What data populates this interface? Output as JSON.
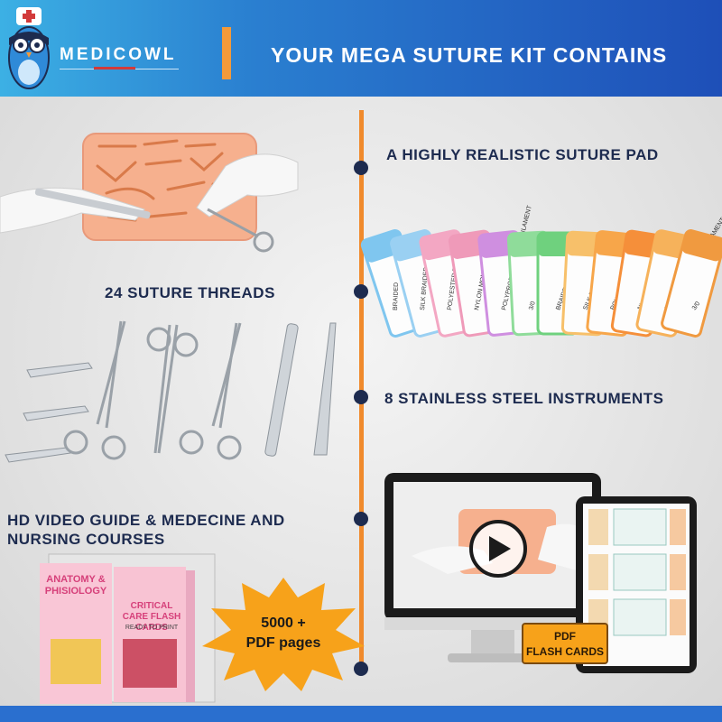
{
  "header": {
    "brand": "MEDICOWL",
    "title": "YOUR MEGA SUTURE KIT CONTAINS"
  },
  "items": [
    {
      "label": "A HIGHLY REALISTIC SUTURE PAD"
    },
    {
      "label": "24 SUTURE THREADS"
    },
    {
      "label": "8 STAINLESS STEEL INSTRUMENTS"
    },
    {
      "label": "HD VIDEO GUIDE & MEDECINE AND NURSING COURSES"
    }
  ],
  "suture_packs": [
    "BRAIDED",
    "SILK BRAIDED",
    "POLYESTER BRAIDED",
    "NYLON MONOFILAMENT",
    "POLYPROPYLENE MONOFILAMENT",
    "3/0"
  ],
  "books": [
    {
      "title": "ANATOMY & PHISIOLOGY"
    },
    {
      "title": "CRITICAL CARE FLASH CARDS",
      "subtitle": "READY TO PRINT"
    }
  ],
  "burst": {
    "line1": "5000 +",
    "line2": "PDF pages"
  },
  "pdf_badge": {
    "line1": "PDF",
    "line2": "FLASH CARDS"
  },
  "colors": {
    "accent": "#f08a2c",
    "navy": "#1d2b4f",
    "header_start": "#3cb0e4",
    "header_end": "#1e4fb8"
  }
}
